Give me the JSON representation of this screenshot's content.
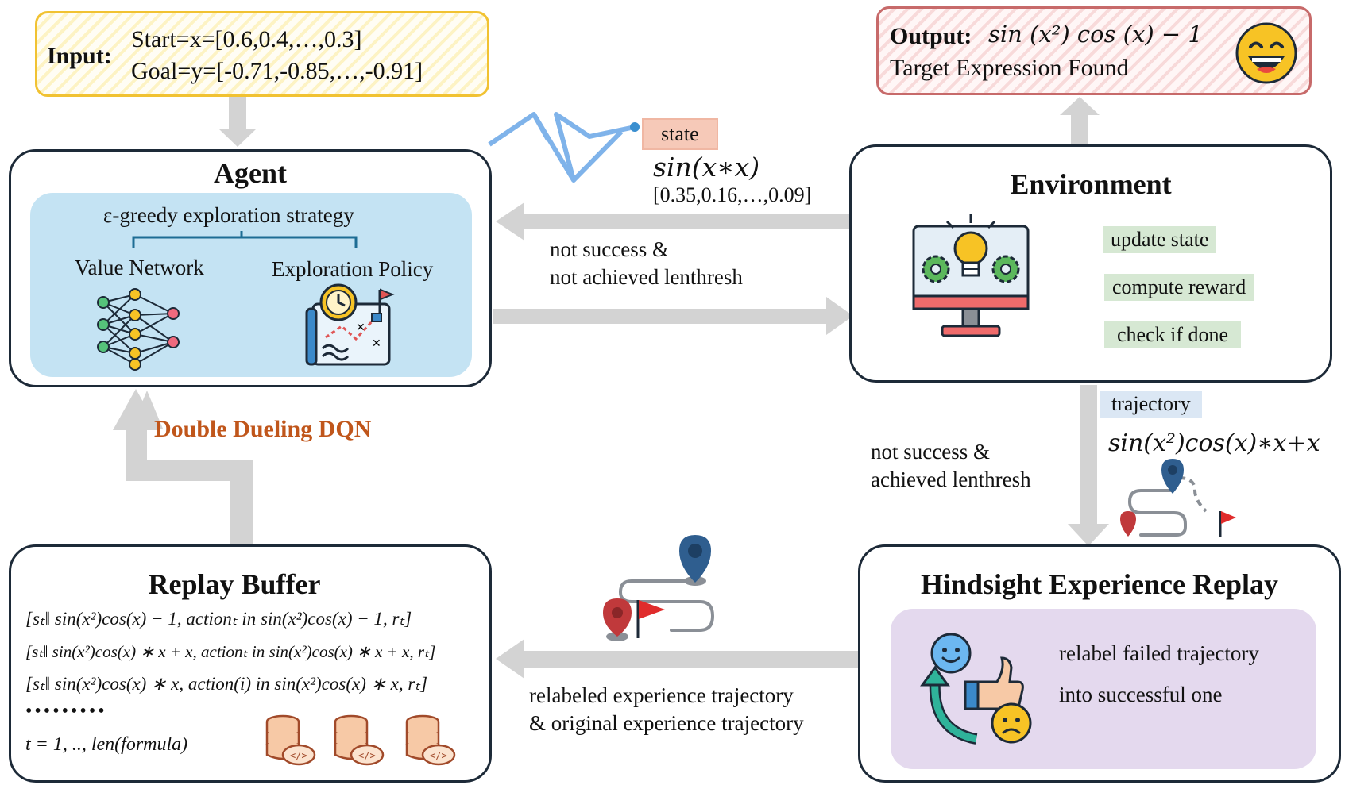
{
  "input": {
    "label": "Input:",
    "start": "Start=x=[0.6,0.4,…,0.3]",
    "goal": "Goal=y=[-0.71,-0.85,…,-0.91]"
  },
  "output": {
    "label": "Output:",
    "expression": "sin (x²) cos (x) − 1",
    "status": "Target Expression Found"
  },
  "agent": {
    "title": "Agent",
    "strategy": "ε-greedy exploration strategy",
    "value_network": "Value Network",
    "exploration_policy": "Exploration Policy"
  },
  "environment": {
    "title": "Environment",
    "actions": [
      "update state",
      "compute reward",
      "check if done"
    ]
  },
  "state_msg": {
    "label": "state",
    "expression": "sin(x∗x)",
    "values": "[0.35,0.16,…,0.09]"
  },
  "transition_not_achieved": [
    "not success &",
    "not achieved lenthresh"
  ],
  "transition_achieved": [
    "not success &",
    "achieved lenthresh"
  ],
  "trajectory_msg": {
    "label": "trajectory",
    "expression": "sin(x²)cos(x)∗x+x"
  },
  "dqn_label": "Double Dueling DQN",
  "her": {
    "title": "Hindsight Experience Replay",
    "line1": "relabel failed trajectory",
    "line2": "into successful one"
  },
  "replay_buffer": {
    "title": "Replay Buffer",
    "rows": [
      "[sₜ‖ sin(x²)cos(x) − 1, actionₜ in sin(x²)cos(x) − 1, rₜ]",
      "[sₜ‖ sin(x²)cos(x) ∗ x + x, actionₜ in sin(x²)cos(x) ∗ x + x, rₜ]",
      "[sₜ‖ sin(x²)cos(x) ∗ x, action(i) in sin(x²)cos(x) ∗ x, rₜ]"
    ],
    "ellipsis": "•••••••••",
    "index": "t = 1, .., len(formula)"
  },
  "buffer_transfer": [
    "relabeled experience trajectory",
    "& original experience trajectory"
  ],
  "colors": {
    "arrow": "#d3d3d3",
    "input_bg": "#fdf6d8",
    "input_border": "#f1c232",
    "output_bg": "#fbeaea",
    "output_border": "#c76a6a",
    "agent_inner": "#c4e3f3",
    "her_inner": "#e4d9ee",
    "chip_green": "#d6e8d3",
    "chip_blue": "#dbe7f4",
    "chip_state": "#f6c9b8",
    "dqn": "#c0561b"
  }
}
